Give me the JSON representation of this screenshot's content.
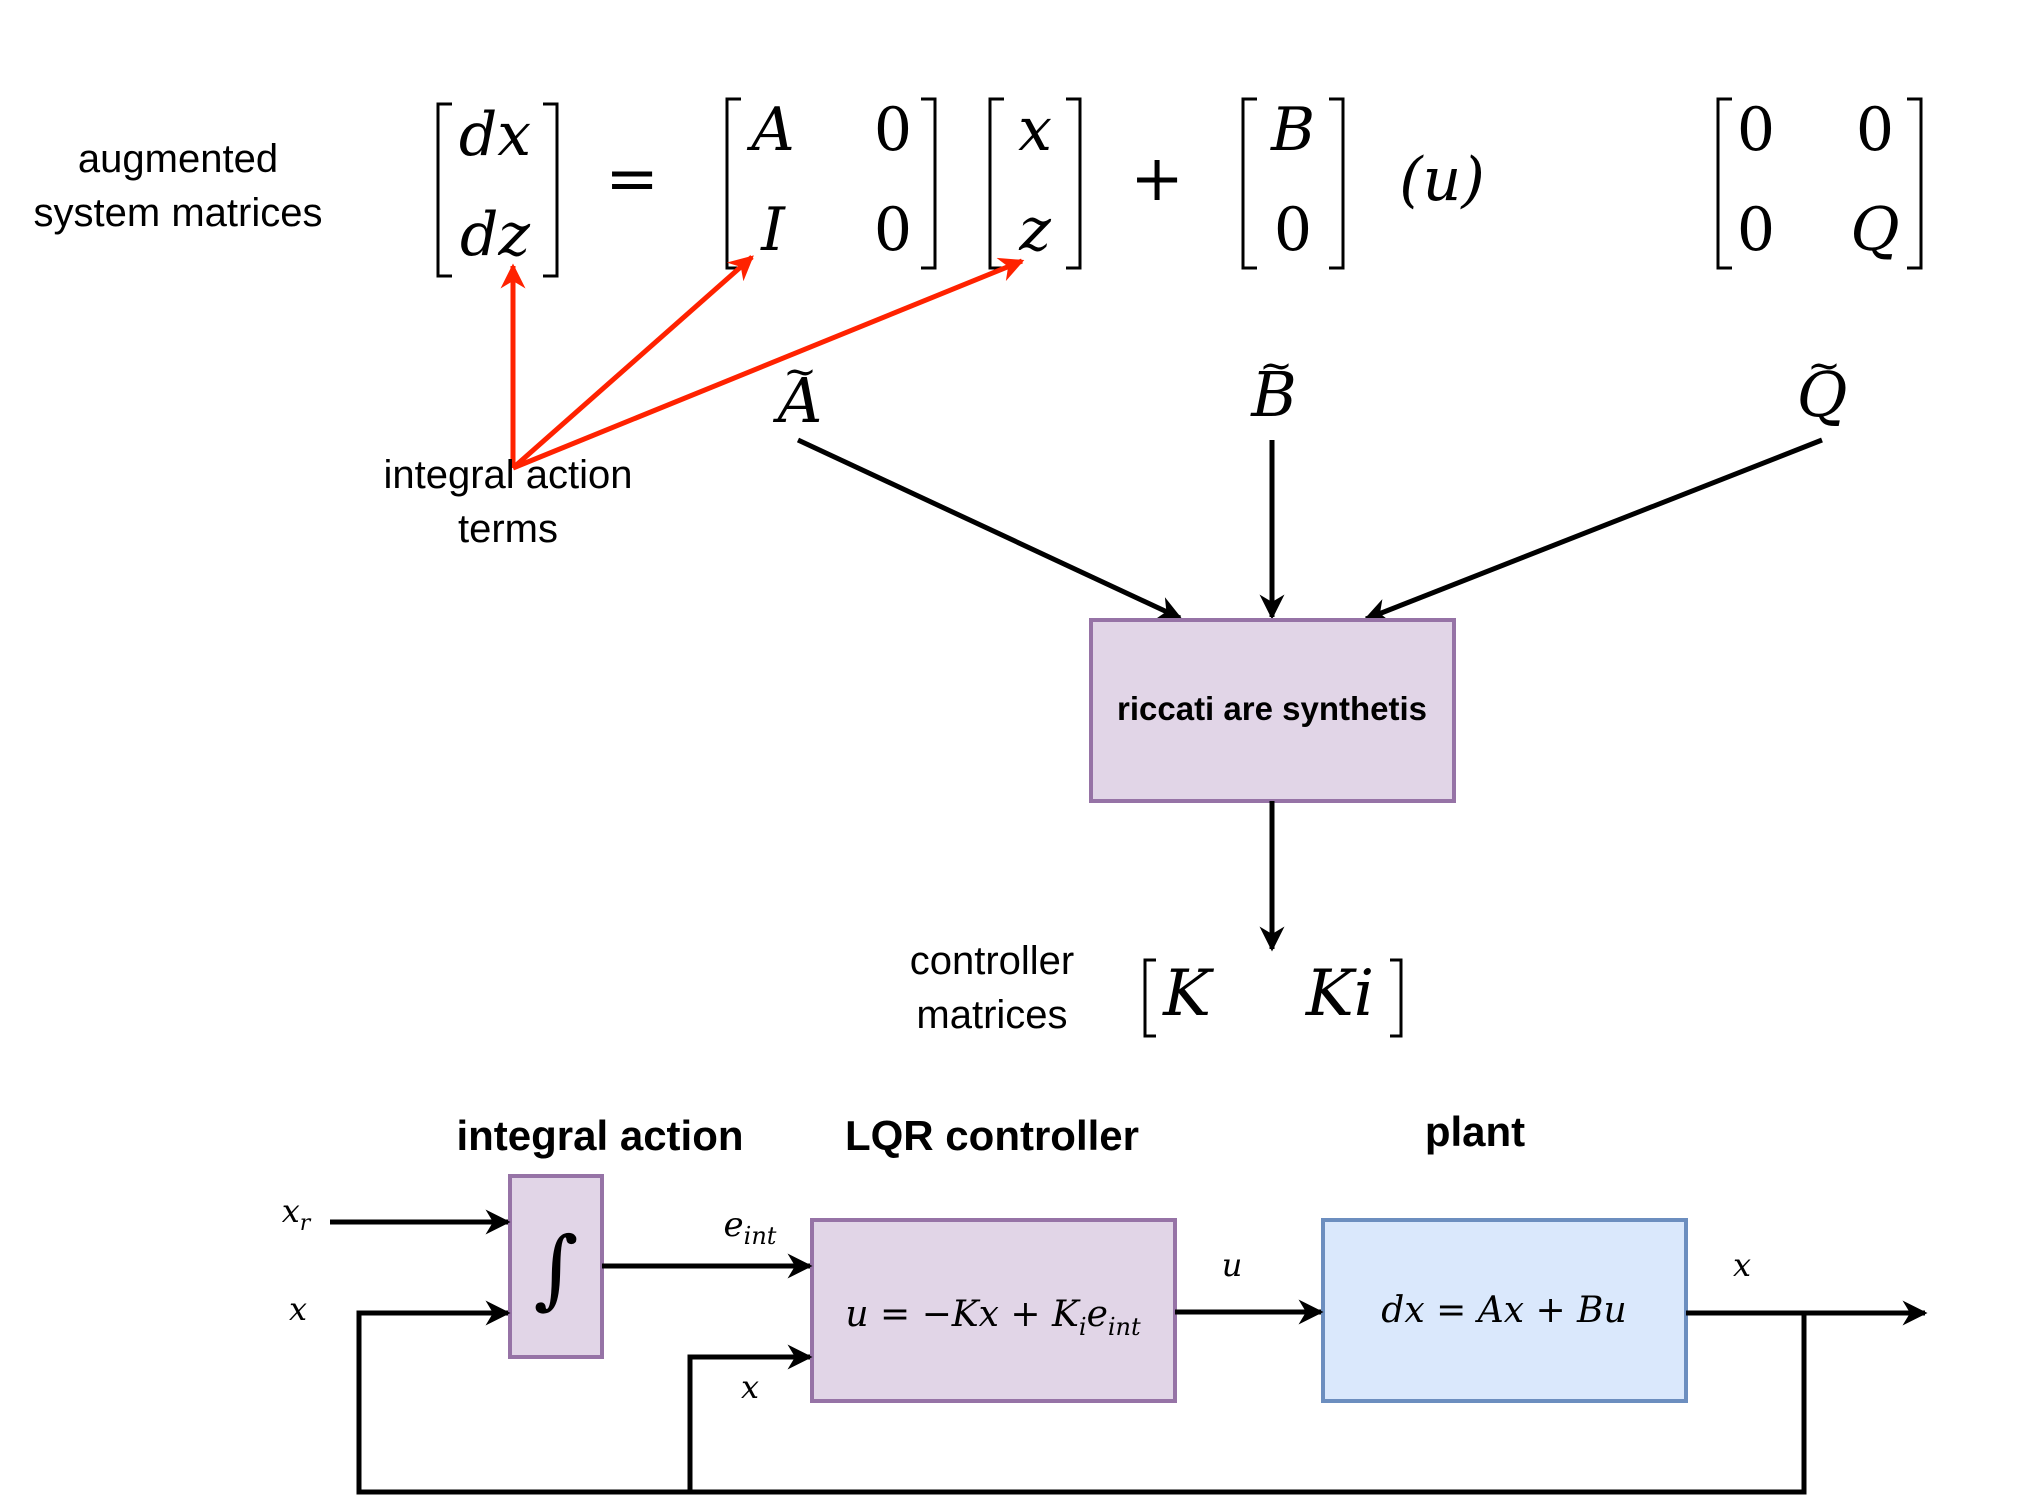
{
  "labels": {
    "augmented_line1": "augmented",
    "augmented_line2": "system matrices",
    "integral_terms_line1": "integral action",
    "integral_terms_line2": "terms",
    "controller_line1": "controller",
    "controller_line2": "matrices"
  },
  "equation": {
    "lhs_top": "dx",
    "lhs_bottom": "dz",
    "equals": "=",
    "A_r1c1": "A",
    "A_r1c2": "0",
    "A_r2c1": "I",
    "A_r2c2": "0",
    "state_top": "x",
    "state_bottom": "z",
    "plus": "+",
    "B_top": "B",
    "B_bottom": "0",
    "input": "(u)",
    "Q_r1c1": "0",
    "Q_r1c2": "0",
    "Q_r2c1": "0",
    "Q_r2c2": "Q"
  },
  "tilde_symbols": {
    "A": "A",
    "B": "B",
    "Q": "Q"
  },
  "riccati_box": {
    "label": "riccati are synthetis"
  },
  "gains": {
    "K": "K",
    "Ki": "Ki"
  },
  "block_diagram": {
    "integral_title": "integral action",
    "lqr_title": "LQR controller",
    "plant_title": "plant",
    "integral_symbol": "∫",
    "input_xr": "x",
    "input_xr_sub": "r",
    "input_x": "x",
    "eint": "e",
    "eint_sub": "int",
    "lqr_x": "x",
    "lqr_eq": "u = −Kx + K",
    "lqr_eq_sub_i": "i",
    "lqr_eq_e": "e",
    "lqr_eq_sub_int": "int",
    "u_label": "u",
    "plant_eq": "dx = Ax + Bu",
    "output_x": "x"
  },
  "colors": {
    "purple_fill": "#e1d5e7",
    "purple_stroke": "#9673a6",
    "blue_fill": "#dae8fc",
    "blue_stroke": "#6c8ebf",
    "red_arrow": "#ff2200",
    "black": "#000000"
  }
}
